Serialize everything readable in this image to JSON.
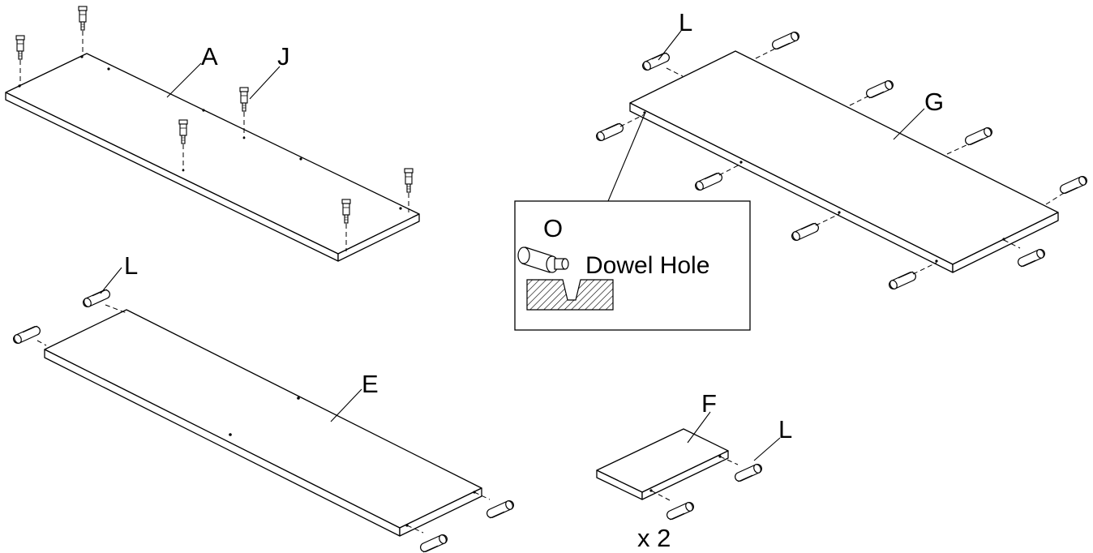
{
  "labels": {
    "panel_a": "A",
    "cam_j": "J",
    "panel_e": "E",
    "dowel_l_e": "L",
    "panel_g": "G",
    "dowel_l_g": "L",
    "panel_f": "F",
    "dowel_l_f": "L",
    "quantity_f": "x 2"
  },
  "inset": {
    "part_label": "O",
    "caption": "Dowel Hole"
  }
}
